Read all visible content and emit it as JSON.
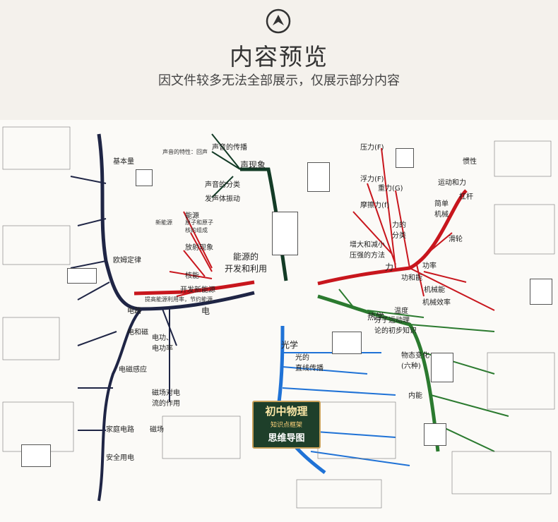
{
  "header": {
    "title": "内容预览",
    "subtitle": "因文件较多无法全部展示，仅展示部分内容"
  },
  "center": {
    "line1": "初中物理",
    "line2": "知识点框架",
    "line3": "思维导图"
  },
  "branches": {
    "sound": "声现象",
    "energy": "能源的\n开发和利用",
    "electricity": "电",
    "force": "力",
    "heat": "热学",
    "light": "光学"
  },
  "labels": {
    "sound_spread": "声音的传播",
    "sound_class": "声音的分类",
    "sound_vibration": "发声体振动",
    "sound_features": "声音的特性：回声",
    "energy": "能源",
    "new_energy": "新能源",
    "atom": "原子和原子\n核的组成",
    "radioactive": "放射现象",
    "nuclear": "核能",
    "develop_new": "开发新能源",
    "save_energy": "提高能源利用率，节约能源",
    "basics": "基本量",
    "ohm": "欧姆定律",
    "circuit": "电路",
    "elec_mag": "电和磁",
    "power": "电功、\n电功率",
    "magnet_effect": "磁场对电\n流的作用",
    "mag_induct": "电磁感应",
    "magnetic": "磁场",
    "family_circuit": "家庭电路",
    "safe_use": "安全用电",
    "pressure_f": "压力(F)",
    "buoyancy": "浮力(F)",
    "gravity": "重力(G)",
    "friction": "摩擦力(f)",
    "force_class": "力的\n分类",
    "press_method": "增大和减小\n压强的方法",
    "motion_force": "运动和力",
    "simple_machine": "简单\n机械",
    "work_energy": "功和能",
    "mech_energy": "机械能",
    "temperature": "温度",
    "molecular": "分子运动理\n论的初步知识",
    "state_change": "物态变化\n(六种)",
    "internal": "内能",
    "straight_light": "光的\n直线传播",
    "lever": "杠杆",
    "pulley": "滑轮",
    "inertia": "惯性",
    "power_rate": "功率",
    "efficiency": "机械效率"
  }
}
